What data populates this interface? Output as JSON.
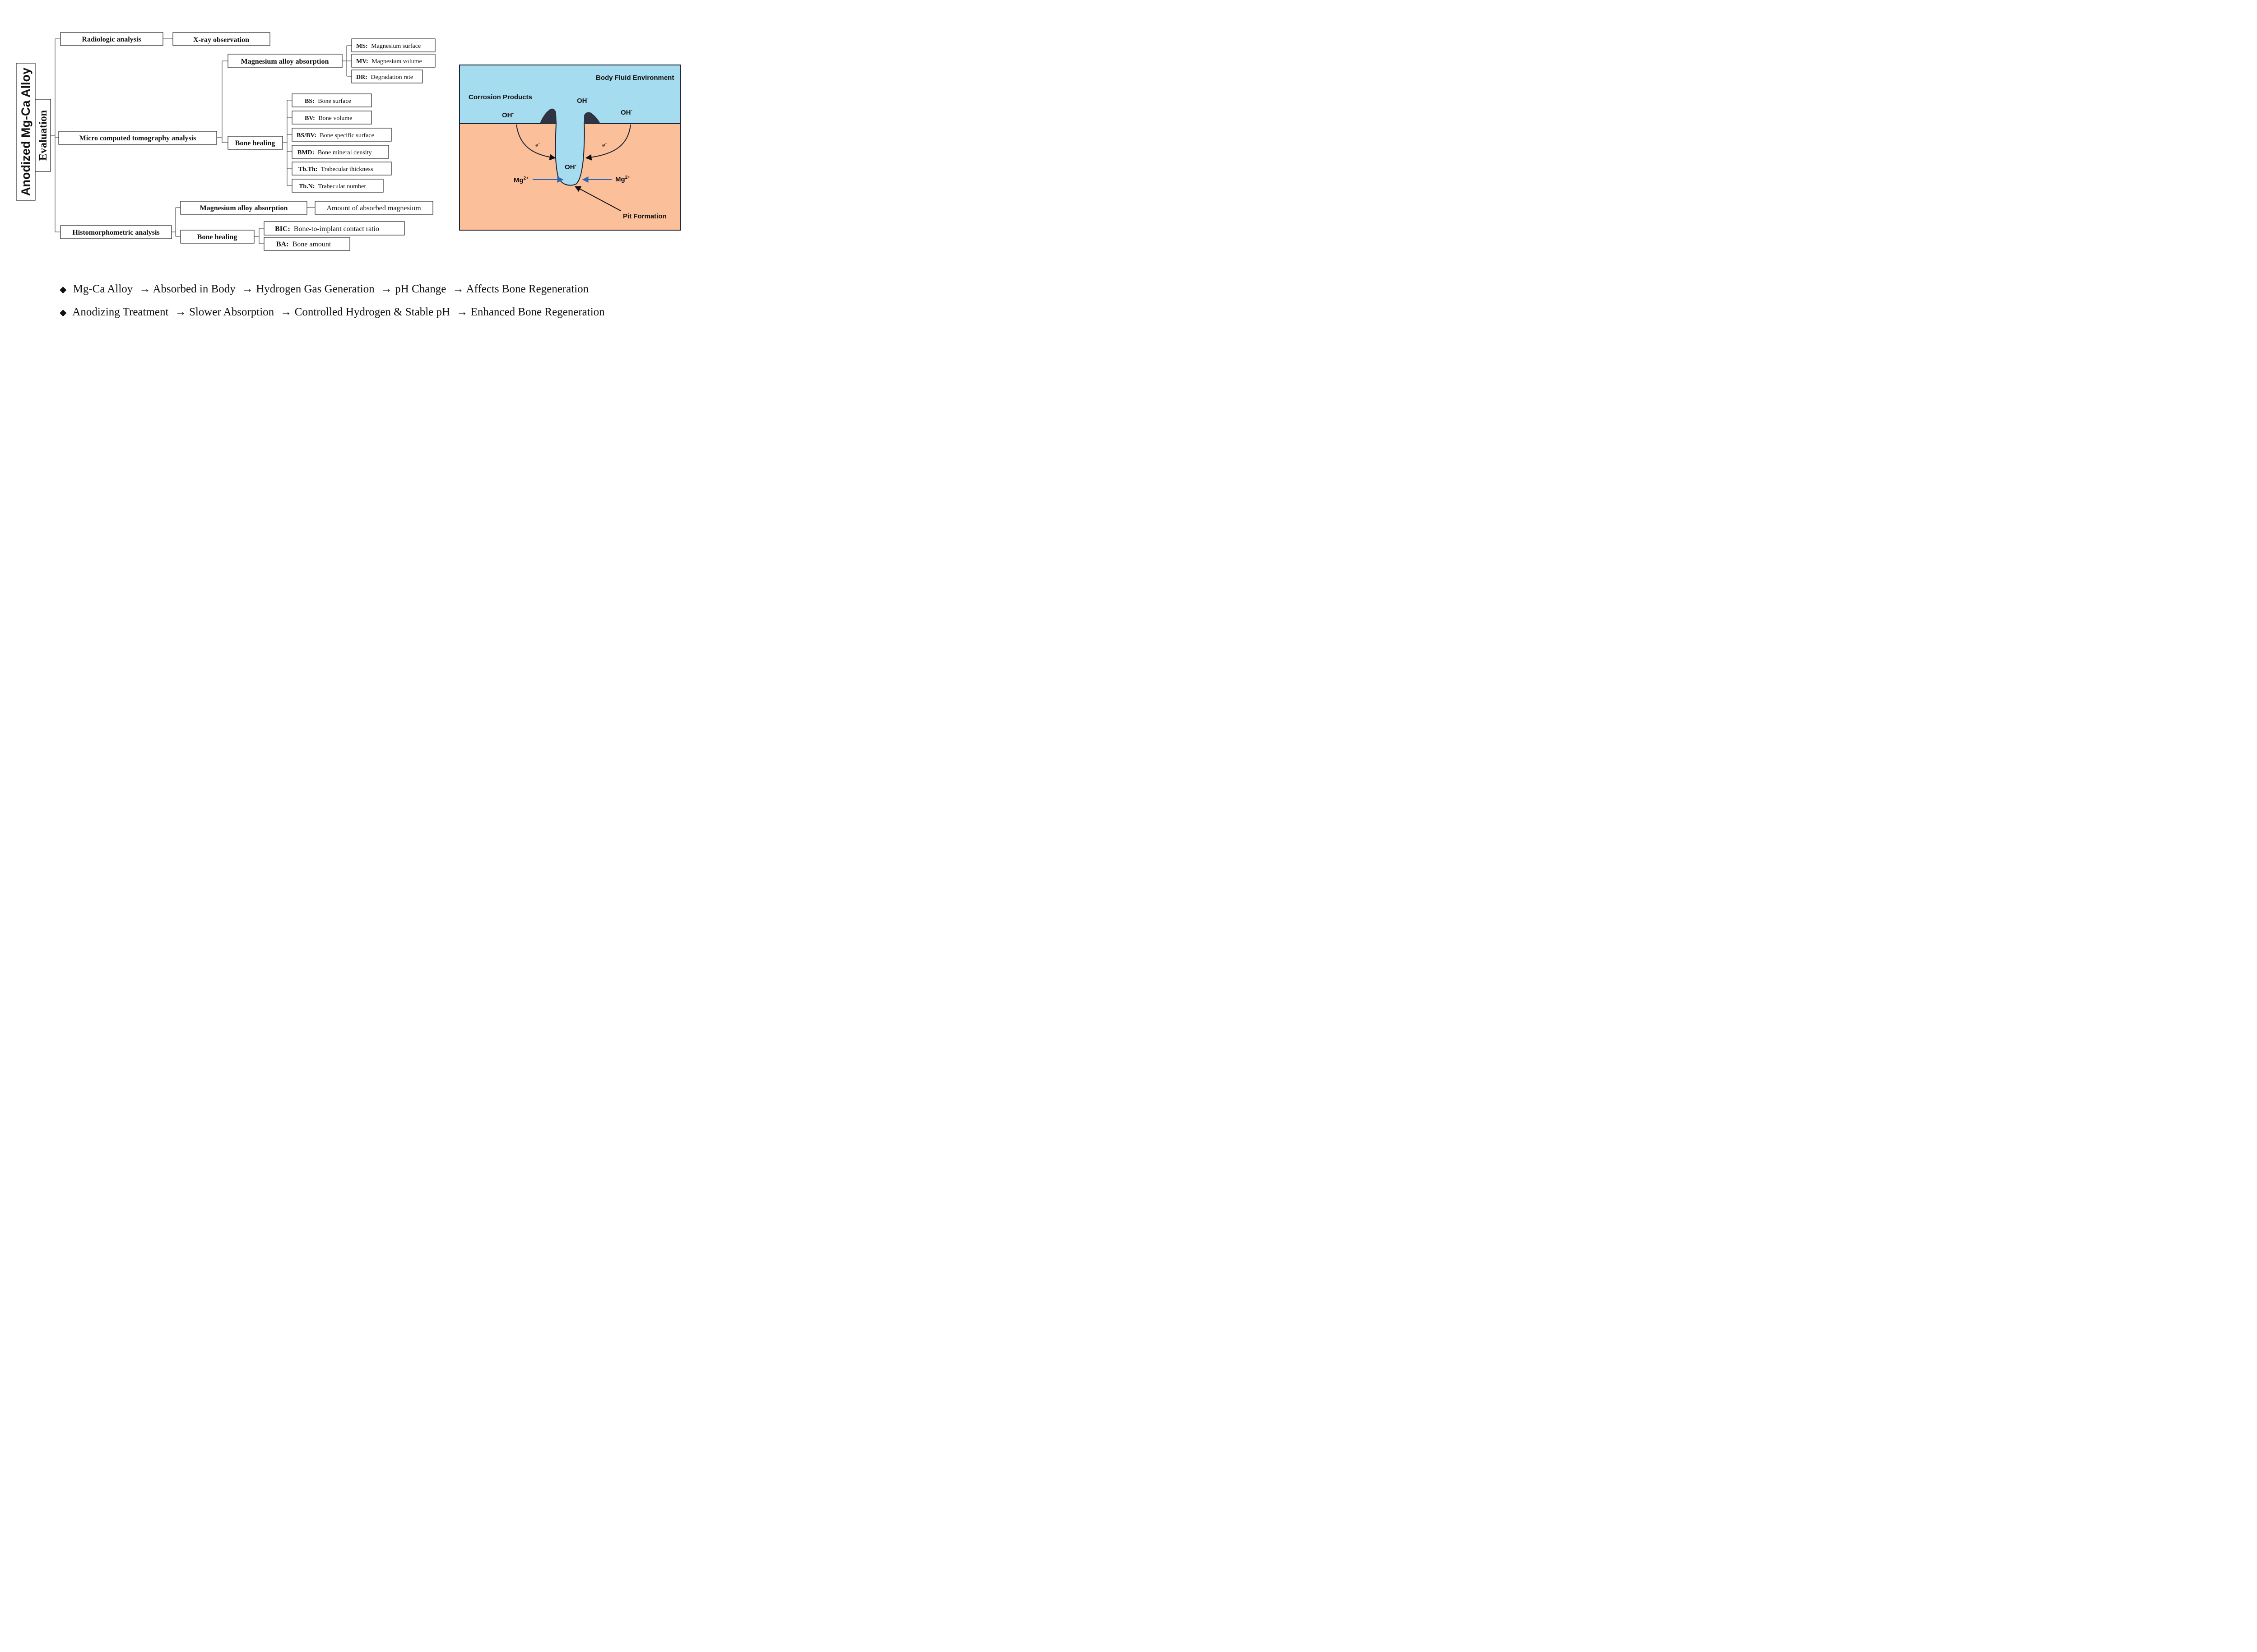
{
  "tree": {
    "root_label": "Anodized Mg-Ca Alloy",
    "evaluation_label": "Evaluation",
    "radiologic": {
      "label": "Radiologic analysis",
      "child": "X-ray observation"
    },
    "micro_ct": {
      "label": "Micro computed tomography analysis",
      "absorption": {
        "label": "Magnesium alloy absorption",
        "items": [
          {
            "abbr": "MS:",
            "desc": "Magnesium surface"
          },
          {
            "abbr": "MV:",
            "desc": "Magnesium volume"
          },
          {
            "abbr": "DR:",
            "desc": "Degradation rate"
          }
        ]
      },
      "healing": {
        "label": "Bone healing",
        "items": [
          {
            "abbr": "BS:",
            "desc": "Bone surface"
          },
          {
            "abbr": "BV:",
            "desc": "Bone volume"
          },
          {
            "abbr": "BS/BV:",
            "desc": "Bone specific surface"
          },
          {
            "abbr": "BMD:",
            "desc": "Bone mineral density"
          },
          {
            "abbr": "Tb.Th:",
            "desc": "Trabecular thickness"
          },
          {
            "abbr": "Tb.N:",
            "desc": "Trabecular number"
          }
        ]
      }
    },
    "histo": {
      "label": "Histomorphometric analysis",
      "absorption": {
        "label": "Magnesium alloy absorption",
        "child": "Amount of absorbed magnesium"
      },
      "healing": {
        "label": "Bone healing",
        "items": [
          {
            "abbr": "BIC:",
            "desc": "Bone-to-implant contact ratio"
          },
          {
            "abbr": "BA:",
            "desc": "Bone amount"
          }
        ]
      }
    }
  },
  "corrosion": {
    "body_fluid": "Body Fluid Environment",
    "corrosion_products": "Corrosion Products",
    "oh_base": "OH",
    "oh_sup": "-",
    "e_base": "e",
    "e_sup": "-",
    "mg_base": "Mg",
    "mg_sup": "2+",
    "pit": "Pit Formation",
    "fluid_color": "#a6dcef",
    "metal_color": "#fbbf9a",
    "product_color": "#2f3540",
    "arrow_color": "#2e64b0"
  },
  "bullets": {
    "symbol": "◆",
    "line1": [
      "Mg-Ca Alloy",
      "→ Absorbed in Body",
      "→ Hydrogen Gas Generation",
      "→ pH Change",
      "→ Affects Bone Regeneration"
    ],
    "line2": [
      "Anodizing Treatment",
      "→ Slower Absorption",
      "→ Controlled Hydrogen & Stable pH",
      "→ Enhanced Bone Regeneration"
    ]
  }
}
